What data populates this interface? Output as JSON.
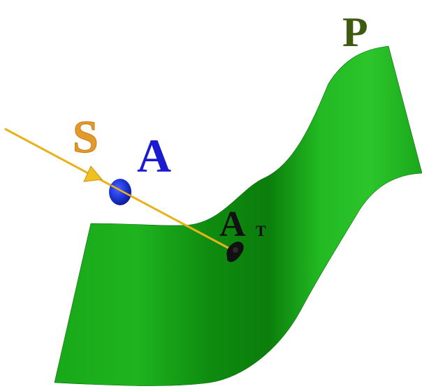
{
  "labels": {
    "surface": "P",
    "ray": "S",
    "point": "A",
    "target_main": "A",
    "target_sub": "T"
  },
  "colors": {
    "surface_light": "#2ec22e",
    "surface_mid": "#17a817",
    "surface_dark": "#0a7a0a",
    "surface_label": "#3f5a10",
    "ray": "#e8b21a",
    "ray_label": "#e39a2a",
    "point": "#1c33d6",
    "point_label": "#1a1ad0",
    "target": "#111111",
    "target_label": "#111111"
  }
}
